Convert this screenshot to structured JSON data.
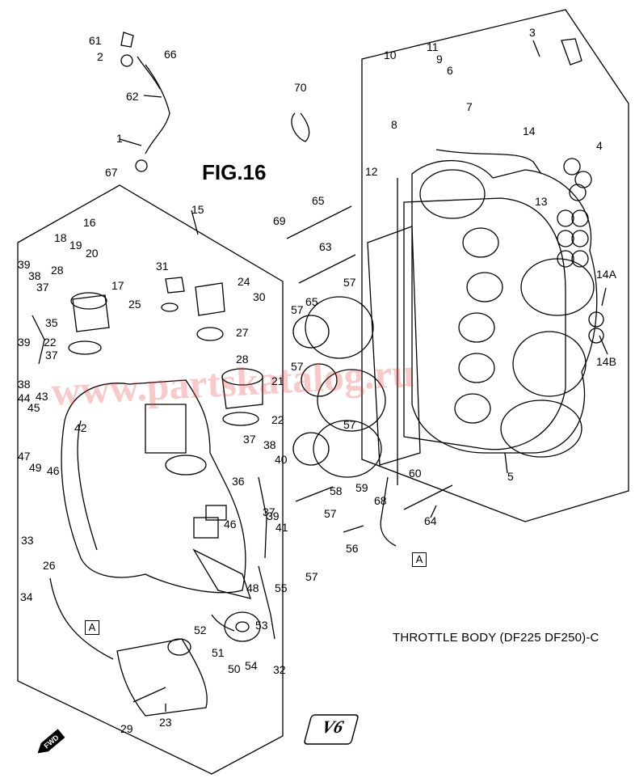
{
  "figure": {
    "title": "FIG.16",
    "caption": "THROTTLE BODY (DF225 DF250)-C",
    "watermark": "www.partskatalog.ru",
    "fwd_badge": "FWD",
    "emblem": "V6",
    "ref_box": "A"
  },
  "callouts": [
    "1",
    "2",
    "3",
    "4",
    "5",
    "6",
    "7",
    "8",
    "9",
    "10",
    "11",
    "12",
    "13",
    "14",
    "14A",
    "14B",
    "15",
    "16",
    "17",
    "18",
    "19",
    "20",
    "21",
    "22",
    "22",
    "23",
    "24",
    "25",
    "26",
    "27",
    "28",
    "28",
    "29",
    "30",
    "31",
    "32",
    "33",
    "34",
    "35",
    "36",
    "37",
    "37",
    "37",
    "37",
    "38",
    "38",
    "38",
    "39",
    "39",
    "39",
    "40",
    "41",
    "42",
    "43",
    "44",
    "45",
    "46",
    "46",
    "47",
    "48",
    "49",
    "50",
    "51",
    "52",
    "53",
    "54",
    "55",
    "56",
    "57",
    "57",
    "57",
    "57",
    "57",
    "57",
    "58",
    "59",
    "60",
    "61",
    "62",
    "63",
    "64",
    "65",
    "65",
    "66",
    "67",
    "68",
    "69",
    "70"
  ]
}
